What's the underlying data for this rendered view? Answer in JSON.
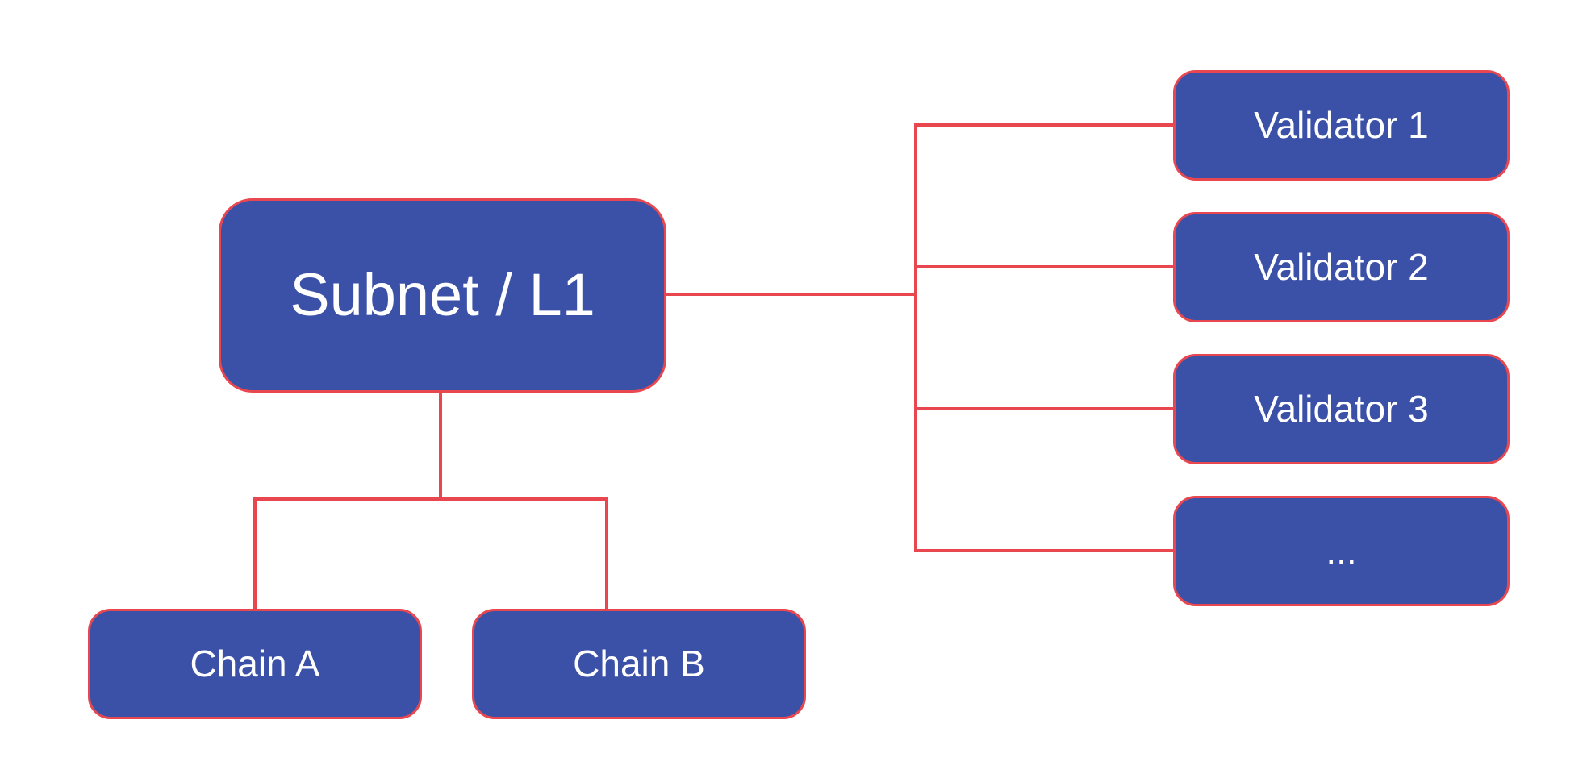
{
  "diagram": {
    "nodes": {
      "subnet": {
        "label": "Subnet / L1"
      },
      "chain_a": {
        "label": "Chain A"
      },
      "chain_b": {
        "label": "Chain B"
      },
      "validator_1": {
        "label": "Validator 1"
      },
      "validator_2": {
        "label": "Validator 2"
      },
      "validator_3": {
        "label": "Validator 3"
      },
      "more_validators": {
        "label": "..."
      }
    },
    "edges": [
      {
        "from": "subnet",
        "to": "validator_1"
      },
      {
        "from": "subnet",
        "to": "validator_2"
      },
      {
        "from": "subnet",
        "to": "validator_3"
      },
      {
        "from": "subnet",
        "to": "more_validators"
      },
      {
        "from": "subnet",
        "to": "chain_a"
      },
      {
        "from": "subnet",
        "to": "chain_b"
      }
    ],
    "colors": {
      "node_fill": "#3B51A8",
      "line": "#E8474F",
      "text": "#FFFFFF",
      "background": "#FFFFFF"
    }
  }
}
